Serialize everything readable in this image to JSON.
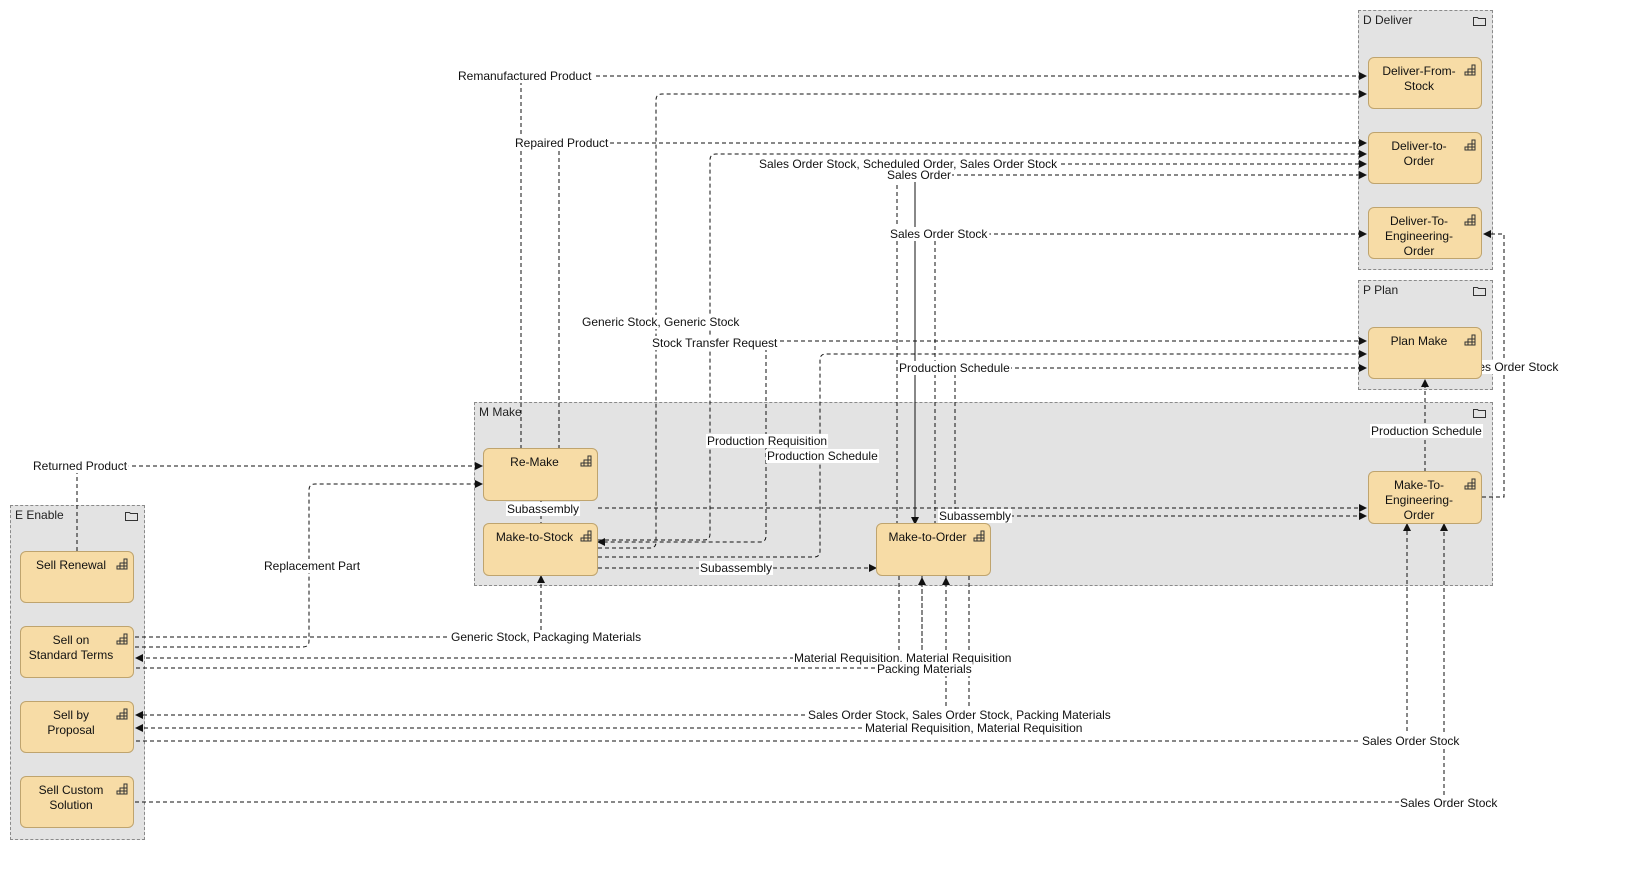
{
  "groups": {
    "deliver": "D Deliver",
    "plan": "P Plan",
    "make": "M Make",
    "enable": "E Enable"
  },
  "nodes": {
    "deliver_from_stock": "Deliver-From-\nStock",
    "deliver_to_order": "Deliver-to-\nOrder",
    "deliver_to_engineering_order": "Deliver-To-\nEngineering-\nOrder",
    "plan_make": "Plan Make",
    "re_make": "Re-Make",
    "make_to_stock": "Make-to-Stock",
    "make_to_order": "Make-to-Order",
    "make_to_engineering_order": "Make-To-\nEngineering-\nOrder",
    "sell_renewal": "Sell Renewal",
    "sell_on_standard_terms": "Sell on\nStandard Terms",
    "sell_by_proposal": "Sell by\nProposal",
    "sell_custom_solution": "Sell Custom\nSolution"
  },
  "flow_labels": {
    "remanufactured_product": "Remanufactured Product",
    "repaired_product": "Repaired Product",
    "sales_order_stock_scheduled": "Sales Order Stock, Scheduled Order, Sales Order Stock",
    "sales_order": "Sales Order",
    "sales_order_stock_deliver": "Sales Order Stock",
    "generic_stock_generic_stock": "Generic Stock, Generic Stock",
    "stock_transfer_request": "Stock Transfer Request",
    "production_schedule_plan": "Production Schedule",
    "sales_order_stock_plan": "Sales Order Stock",
    "production_schedule_engineering": "Production Schedule",
    "production_requisition": "Production Requisition",
    "production_schedule_make": "Production Schedule",
    "returned_product": "Returned Product",
    "subassembly_stock": "Subassembly",
    "subassembly_order": "Subassembly",
    "subassembly_bottom": "Subassembly",
    "replacement_part": "Replacement Part",
    "generic_stock_packaging": "Generic Stock, Packaging Materials",
    "material_requisition_1": "Material Requisition, Material Requisition",
    "packing_materials": "Packing Materials",
    "sales_order_stock_packing": "Sales Order Stock, Sales Order Stock, Packing Materials",
    "material_requisition_2": "Material Requisition, Material Requisition",
    "sales_order_stock_proposal": "Sales Order Stock",
    "sales_order_stock_custom": "Sales Order Stock"
  },
  "colors": {
    "node_fill": "#f7dca6",
    "group_fill": "#e3e3e3",
    "line": "#111111"
  },
  "icons": {
    "node": "process-grid-icon",
    "group": "folder-icon"
  }
}
